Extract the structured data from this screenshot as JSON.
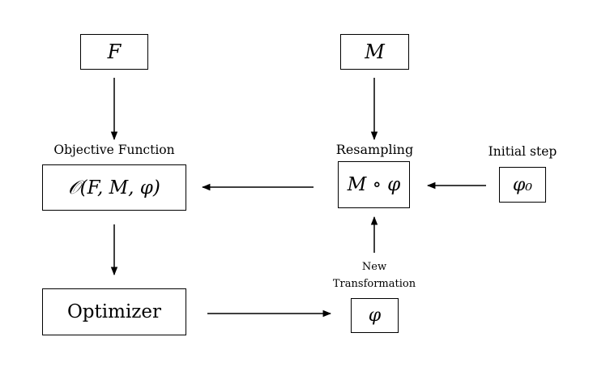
{
  "nodes": {
    "fixed_image": {
      "text": "F"
    },
    "moving_image": {
      "text": "M"
    },
    "objective": {
      "label": "Objective Function",
      "text": "𝒪(F, M, φ)"
    },
    "resampling": {
      "label": "Resampling",
      "text": "M ∘ φ"
    },
    "initial_step": {
      "label": "Initial step",
      "text": "φ₀"
    },
    "optimizer": {
      "text": "Optimizer"
    },
    "new_transformation": {
      "label_line1": "New",
      "label_line2": "Transformation",
      "text": "φ"
    }
  },
  "edges": [
    {
      "from": "fixed_image",
      "to": "objective"
    },
    {
      "from": "moving_image",
      "to": "resampling"
    },
    {
      "from": "resampling",
      "to": "objective"
    },
    {
      "from": "initial_step",
      "to": "resampling"
    },
    {
      "from": "objective",
      "to": "optimizer"
    },
    {
      "from": "optimizer",
      "to": "new_transformation"
    },
    {
      "from": "new_transformation",
      "to": "resampling"
    }
  ]
}
